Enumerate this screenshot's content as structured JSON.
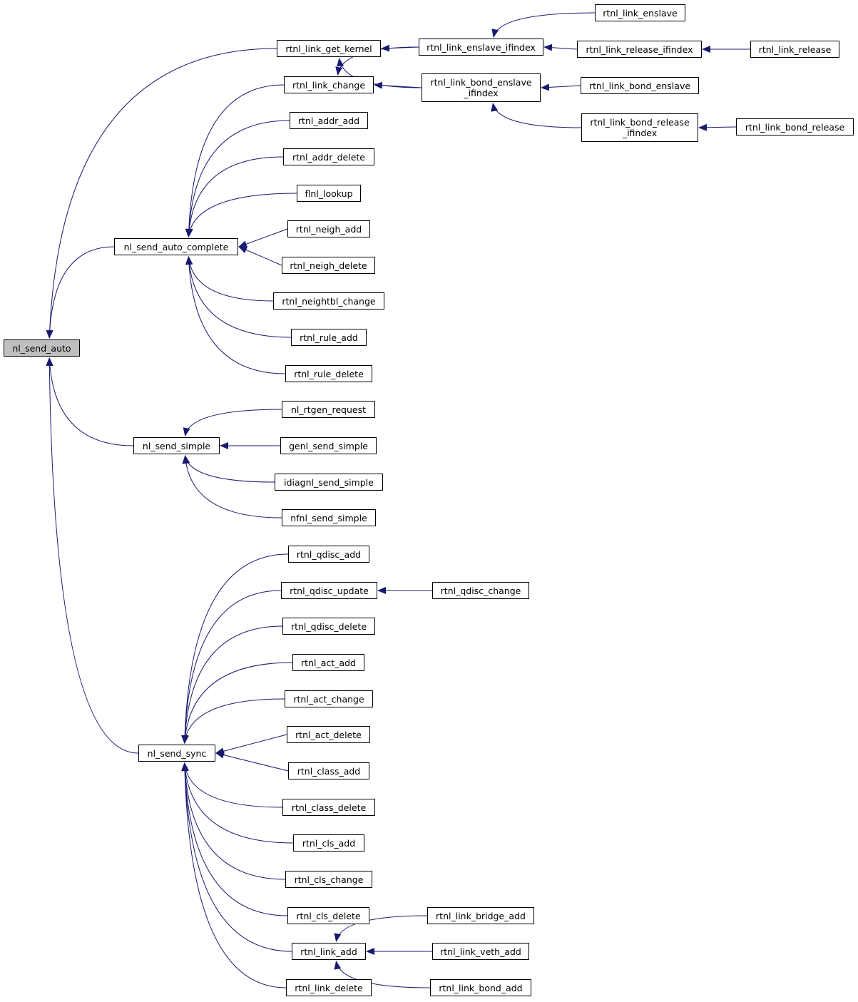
{
  "graph": {
    "edge_color": "#191970",
    "root_fill": "#bfbfbf",
    "nodes": {
      "nl_send_auto": "nl_send_auto",
      "nl_send_auto_complete": "nl_send_auto_complete",
      "nl_send_simple": "nl_send_simple",
      "nl_send_sync": "nl_send_sync",
      "rtnl_link_get_kernel": "rtnl_link_get_kernel",
      "rtnl_link_change": "rtnl_link_change",
      "rtnl_addr_add": "rtnl_addr_add",
      "rtnl_addr_delete": "rtnl_addr_delete",
      "flnl_lookup": "flnl_lookup",
      "rtnl_neigh_add": "rtnl_neigh_add",
      "rtnl_neigh_delete": "rtnl_neigh_delete",
      "rtnl_neightbl_change": "rtnl_neightbl_change",
      "rtnl_rule_add": "rtnl_rule_add",
      "rtnl_rule_delete": "rtnl_rule_delete",
      "rtnl_link_enslave_ifindex": "rtnl_link_enslave_ifindex",
      "rtnl_link_bond_enslave_ifindex": "rtnl_link_bond_enslave\n_ifindex",
      "rtnl_link_enslave": "rtnl_link_enslave",
      "rtnl_link_release_ifindex": "rtnl_link_release_ifindex",
      "rtnl_link_release": "rtnl_link_release",
      "rtnl_link_bond_enslave": "rtnl_link_bond_enslave",
      "rtnl_link_bond_release_ifindex": "rtnl_link_bond_release\n_ifindex",
      "rtnl_link_bond_release": "rtnl_link_bond_release",
      "nl_rtgen_request": "nl_rtgen_request",
      "genl_send_simple": "genl_send_simple",
      "idiagnl_send_simple": "idiagnl_send_simple",
      "nfnl_send_simple": "nfnl_send_simple",
      "rtnl_qdisc_add": "rtnl_qdisc_add",
      "rtnl_qdisc_update": "rtnl_qdisc_update",
      "rtnl_qdisc_change": "rtnl_qdisc_change",
      "rtnl_qdisc_delete": "rtnl_qdisc_delete",
      "rtnl_act_add": "rtnl_act_add",
      "rtnl_act_change": "rtnl_act_change",
      "rtnl_act_delete": "rtnl_act_delete",
      "rtnl_class_add": "rtnl_class_add",
      "rtnl_class_delete": "rtnl_class_delete",
      "rtnl_cls_add": "rtnl_cls_add",
      "rtnl_cls_change": "rtnl_cls_change",
      "rtnl_cls_delete": "rtnl_cls_delete",
      "rtnl_link_add": "rtnl_link_add",
      "rtnl_link_delete": "rtnl_link_delete",
      "rtnl_link_bridge_add": "rtnl_link_bridge_add",
      "rtnl_link_veth_add": "rtnl_link_veth_add",
      "rtnl_link_bond_add": "rtnl_link_bond_add"
    },
    "edges": [
      [
        "rtnl_link_get_kernel",
        "nl_send_auto"
      ],
      [
        "nl_send_auto_complete",
        "nl_send_auto"
      ],
      [
        "nl_send_simple",
        "nl_send_auto"
      ],
      [
        "nl_send_sync",
        "nl_send_auto"
      ],
      [
        "rtnl_link_enslave_ifindex",
        "rtnl_link_get_kernel"
      ],
      [
        "rtnl_link_bond_enslave_ifindex",
        "rtnl_link_get_kernel"
      ],
      [
        "rtnl_link_enslave",
        "rtnl_link_enslave_ifindex"
      ],
      [
        "rtnl_link_release_ifindex",
        "rtnl_link_enslave_ifindex"
      ],
      [
        "rtnl_link_release",
        "rtnl_link_release_ifindex"
      ],
      [
        "rtnl_link_bond_enslave",
        "rtnl_link_bond_enslave_ifindex"
      ],
      [
        "rtnl_link_bond_release_ifindex",
        "rtnl_link_bond_enslave_ifindex"
      ],
      [
        "rtnl_link_bond_release",
        "rtnl_link_bond_release_ifindex"
      ],
      [
        "rtnl_link_enslave_ifindex",
        "rtnl_link_change"
      ],
      [
        "rtnl_link_bond_enslave_ifindex",
        "rtnl_link_change"
      ],
      [
        "rtnl_link_change",
        "nl_send_auto_complete"
      ],
      [
        "rtnl_addr_add",
        "nl_send_auto_complete"
      ],
      [
        "rtnl_addr_delete",
        "nl_send_auto_complete"
      ],
      [
        "flnl_lookup",
        "nl_send_auto_complete"
      ],
      [
        "rtnl_neigh_add",
        "nl_send_auto_complete"
      ],
      [
        "rtnl_neigh_delete",
        "nl_send_auto_complete"
      ],
      [
        "rtnl_neightbl_change",
        "nl_send_auto_complete"
      ],
      [
        "rtnl_rule_add",
        "nl_send_auto_complete"
      ],
      [
        "rtnl_rule_delete",
        "nl_send_auto_complete"
      ],
      [
        "nl_rtgen_request",
        "nl_send_simple"
      ],
      [
        "genl_send_simple",
        "nl_send_simple"
      ],
      [
        "idiagnl_send_simple",
        "nl_send_simple"
      ],
      [
        "nfnl_send_simple",
        "nl_send_simple"
      ],
      [
        "rtnl_qdisc_add",
        "nl_send_sync"
      ],
      [
        "rtnl_qdisc_update",
        "nl_send_sync"
      ],
      [
        "rtnl_qdisc_change",
        "rtnl_qdisc_update"
      ],
      [
        "rtnl_qdisc_delete",
        "nl_send_sync"
      ],
      [
        "rtnl_act_add",
        "nl_send_sync"
      ],
      [
        "rtnl_act_change",
        "nl_send_sync"
      ],
      [
        "rtnl_act_delete",
        "nl_send_sync"
      ],
      [
        "rtnl_class_add",
        "nl_send_sync"
      ],
      [
        "rtnl_class_delete",
        "nl_send_sync"
      ],
      [
        "rtnl_cls_add",
        "nl_send_sync"
      ],
      [
        "rtnl_cls_change",
        "nl_send_sync"
      ],
      [
        "rtnl_cls_delete",
        "nl_send_sync"
      ],
      [
        "rtnl_link_add",
        "nl_send_sync"
      ],
      [
        "rtnl_link_delete",
        "nl_send_sync"
      ],
      [
        "rtnl_link_bridge_add",
        "rtnl_link_add"
      ],
      [
        "rtnl_link_veth_add",
        "rtnl_link_add"
      ],
      [
        "rtnl_link_bond_add",
        "rtnl_link_add"
      ]
    ]
  }
}
